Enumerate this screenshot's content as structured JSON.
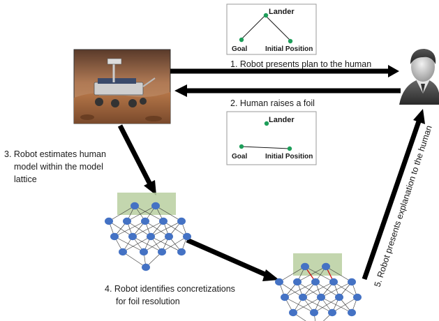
{
  "steps": {
    "step1": "1. Robot presents plan to the human",
    "step2": "2. Human raises a foil",
    "step3_line1": "3. Robot estimates human",
    "step3_line2": "model within the model",
    "step3_line3": "lattice",
    "step4_line1": "4. Robot identifies concretizations",
    "step4_line2": "for foil resolution",
    "step5": "5. Robot presents explanation to the human"
  },
  "plan_panel": {
    "title": "Lander",
    "left_label": "Goal",
    "right_label": "Initial Position"
  },
  "foil_panel": {
    "title": "Lander",
    "left_label": "Goal",
    "right_label": "Initial Position"
  },
  "colors": {
    "arrow": "#000000",
    "node": "#4472c4",
    "node_green": "#1e9e5a",
    "lattice_highlight": "#b9cfa0",
    "foil_marker": "#d01010",
    "panel_border": "#9a9a9a"
  },
  "icons": {
    "robot": "mars-rover-photo",
    "human": "human-avatar-icon"
  }
}
